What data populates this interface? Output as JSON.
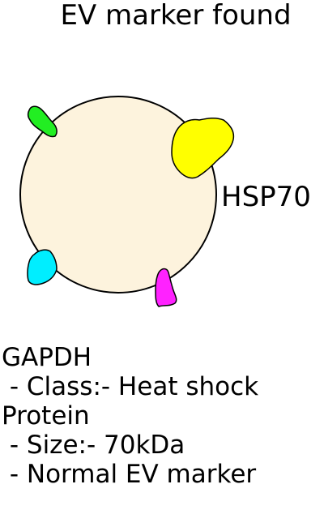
{
  "title": "EV marker found",
  "highlighted_marker": "HSP70",
  "vesicle": {
    "fill": "#fdf3dd",
    "markers": [
      {
        "name": "green-marker",
        "color": "#22ee22"
      },
      {
        "name": "yellow-marker",
        "color": "#ffff00"
      },
      {
        "name": "cyan-marker",
        "color": "#00eeff"
      },
      {
        "name": "magenta-marker",
        "color": "#ff22ff"
      }
    ]
  },
  "info": {
    "line1": "GAPDH",
    "line2": " - Class:- Heat shock",
    "line3": "Protein",
    "line4": " - Size:- 70kDa",
    "line5": " - Normal EV marker"
  }
}
